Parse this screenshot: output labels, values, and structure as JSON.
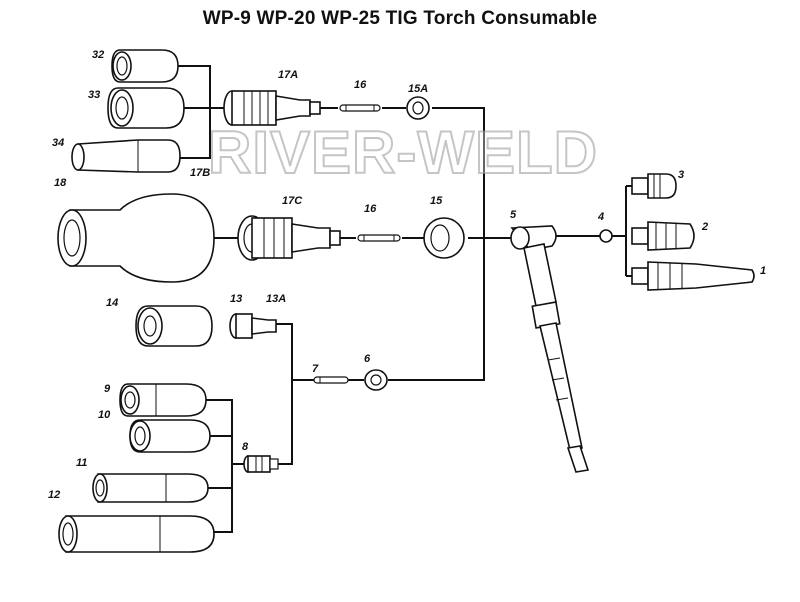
{
  "title": "WP-9  WP-20 WP-25 TIG Torch Consumable",
  "watermark": "RIVER-WELD",
  "labels": {
    "p1": "1",
    "p2": "2",
    "p3": "3",
    "p4": "4",
    "p5": "5",
    "p6": "6",
    "p7": "7",
    "p8": "8",
    "p9": "9",
    "p10": "10",
    "p11": "11",
    "p12": "12",
    "p13": "13",
    "p13a": "13A",
    "p14": "14",
    "p15": "15",
    "p15a": "15A",
    "p16a": "16",
    "p16b": "16",
    "p17a": "17A",
    "p17b": "17B",
    "p17c": "17C",
    "p18": "18",
    "p32": "32",
    "p33": "33",
    "p34": "34"
  }
}
